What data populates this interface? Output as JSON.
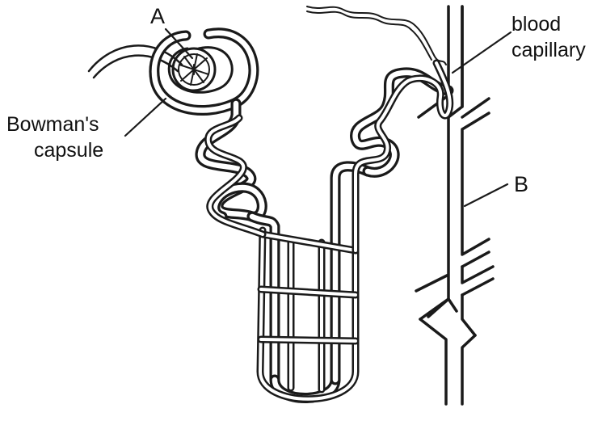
{
  "labels": {
    "a": "A",
    "b": "B",
    "bowman_line1": "Bowman's",
    "bowman_line2": "capsule",
    "blood_line1": "blood",
    "blood_line2": "capillary"
  },
  "colors": {
    "ink": "#1a1a1a",
    "background": "#ffffff"
  }
}
